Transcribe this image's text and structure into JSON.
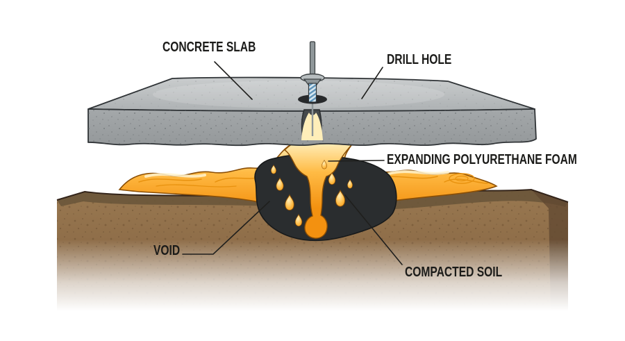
{
  "labels": {
    "concrete_slab": "CONCRETE SLAB",
    "drill_hole": "DRILL HOLE",
    "expanding_foam": "EXPANDING POLYURETHANE FOAM",
    "void": "VOID",
    "compacted_soil": "COMPACTED SOIL"
  },
  "colors": {
    "background": "#ffffff",
    "label_text": "#1b1b19",
    "leader_line": "#1f1f1d",
    "slab_top_light": "#c9cccd",
    "slab_top_dark": "#aeb2b4",
    "slab_front_light": "#a4a8aa",
    "slab_front_dark": "#94989a",
    "slab_outline": "#2f3336",
    "foam_highlight": "#ffeeb9",
    "foam_mid": "#ffbb45",
    "foam_dark": "#f39110",
    "foam_outline": "#8a4e05",
    "foam_swirl": "#e8920f",
    "void_fill": "#2a2d2f",
    "void_outline": "#17191a",
    "soil_top_band": "#6a563a",
    "soil_front_light": "#97764f",
    "soil_front_dark": "#836240",
    "soil_outline": "#33241a",
    "soil_side": "#5f4730",
    "needle_gray": "#8f979a",
    "thread_blue": "#5e93b8",
    "thread_light": "#d6e7f0",
    "drill_hole_fill": "#27292b"
  }
}
